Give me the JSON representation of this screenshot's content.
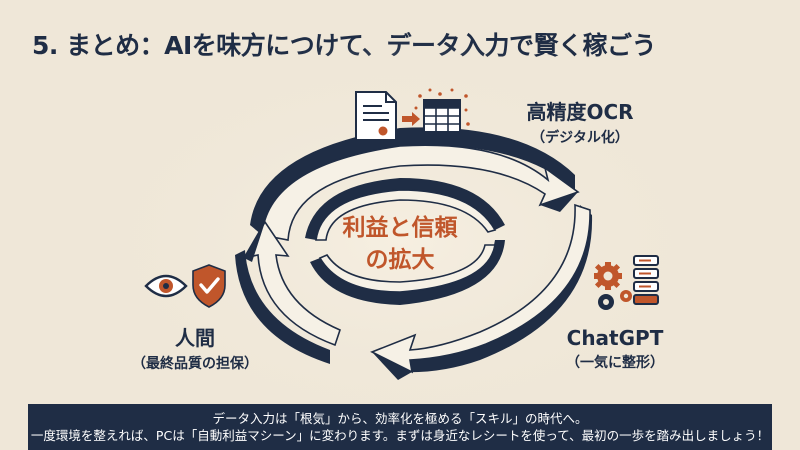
{
  "title": "5. まとめ：AIを味方につけて、データ入力で賢く稼ごう",
  "center": {
    "line1": "利益と信頼",
    "line2": "の拡大"
  },
  "nodes": {
    "ocr": {
      "label": "高精度OCR",
      "sub": "（デジタル化）"
    },
    "human": {
      "label": "人間",
      "sub": "（最終品質の担保）"
    },
    "chatgpt": {
      "label": "ChatGPT",
      "sub": "（一気に整形）"
    }
  },
  "icons": {
    "ocr": [
      "document-icon",
      "arrow-right-icon",
      "spreadsheet-icon"
    ],
    "human": [
      "eye-icon",
      "shield-check-icon"
    ],
    "chatgpt": [
      "gears-icon",
      "database-icon"
    ]
  },
  "banner": {
    "line1": "データ入力は「根気」から、効率化を極める「スキル」の時代へ。",
    "line2": "一度環境を整えれば、PCは「自動利益マシーン」に変わります。まずは身近なレシートを使って、最初の一歩を踏み出しましょう！"
  },
  "colors": {
    "background": "#efe7d8",
    "navy": "#1f2d45",
    "accent": "#c0562b",
    "ring": "#f6f1e6"
  }
}
